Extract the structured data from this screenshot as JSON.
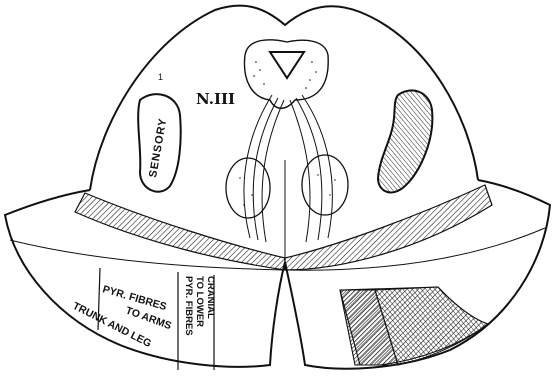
{
  "figure": {
    "labels": {
      "nerve": "N.III",
      "sensory": "SENSORY",
      "fibres_arms_line1": "PYR. FIBRES",
      "fibres_arms_line2": "TO ARMS",
      "trunk_leg": "TRUNK AND LEG",
      "lower_cranial_line1": "PYR. FIBRES",
      "lower_cranial_line2": "TO LOWER",
      "lower_cranial_line3": "CRANIAL",
      "small_mark": "1"
    },
    "colors": {
      "ink": "#111111",
      "paper": "#ffffff"
    }
  }
}
